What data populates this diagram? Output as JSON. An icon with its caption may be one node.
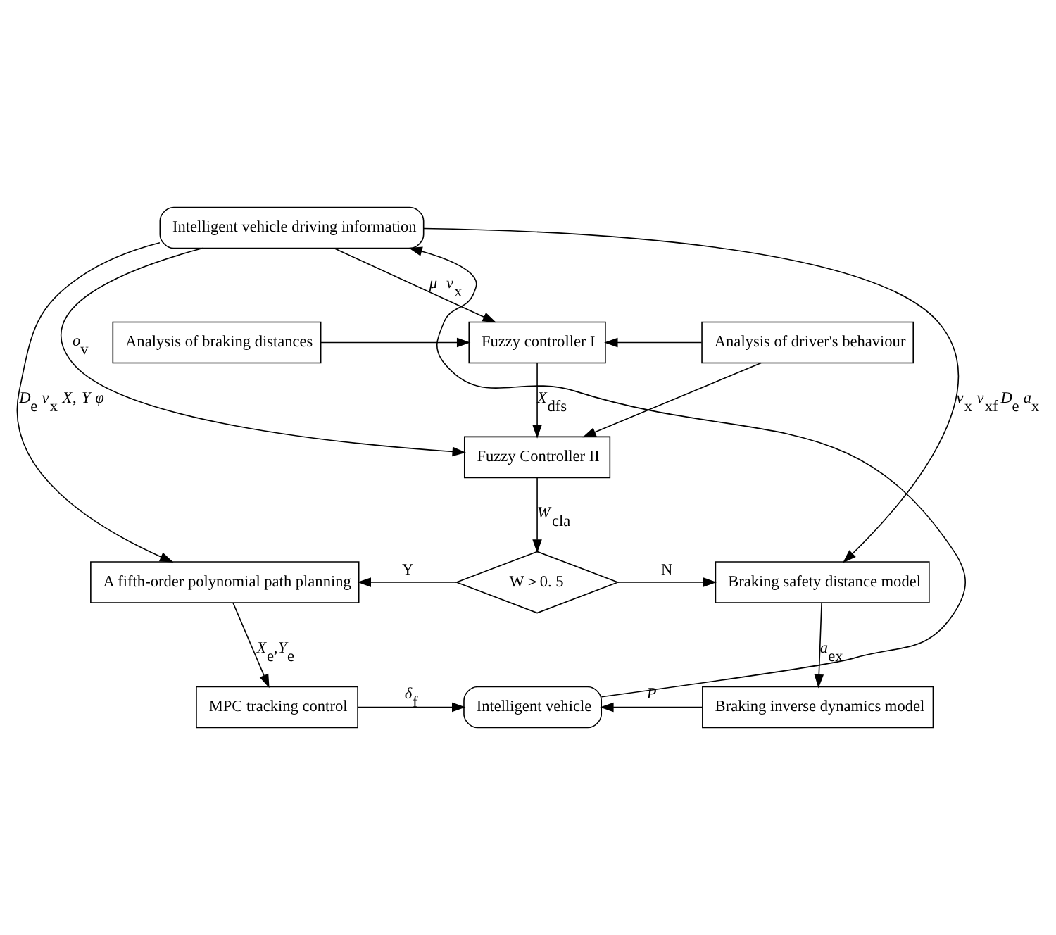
{
  "diagram": {
    "nodes": [
      {
        "text": [
          "Intelligent vehicle driving information"
        ]
      },
      {
        "text": [
          "Analysis of braking distances"
        ]
      },
      {
        "text": [
          "Fuzzy controller I"
        ]
      },
      {
        "text": [
          "Analysis of driver's behaviour"
        ]
      },
      {
        "text": [
          "Fuzzy Controller II"
        ]
      },
      {
        "text": [
          "W＞0. 5"
        ]
      },
      {
        "text": [
          "A fifth-order polynomial path planning"
        ]
      },
      {
        "text": [
          "Braking safety distance model"
        ]
      },
      {
        "text": [
          "MPC tracking control"
        ]
      },
      {
        "text": [
          "Intelligent vehicle"
        ]
      },
      {
        "text": [
          "Braking inverse dynamics model"
        ]
      }
    ],
    "edges": [
      {
        "from": 0,
        "to": 2,
        "arrow": "to",
        "label": "*μ*  *v*$_{x}$"
      },
      {
        "from": 0,
        "to": 6,
        "arrow": "to",
        "label": "*D*$_{e}$ *v*$_{x}$ *X*, *Y* *φ*"
      },
      {
        "from": 0,
        "to": 4,
        "arrow": "to",
        "label": "*o*$_{v}$"
      },
      {
        "from": 0,
        "to": 7,
        "arrow": "to",
        "label": "*v*$_{x}$ *v*$_{xf}$ *D*$_{e}$ *a*$_{x}$"
      },
      {
        "from": 1,
        "to": 2,
        "arrow": "to"
      },
      {
        "from": 3,
        "to": 2,
        "arrow": "to"
      },
      {
        "from": 3,
        "to": 4,
        "arrow": "to"
      },
      {
        "from": 2,
        "to": 4,
        "arrow": "to",
        "label": "*X*$_{dfs}$"
      },
      {
        "from": 4,
        "to": 5,
        "arrow": "to",
        "label": "*W*$_{cla}$"
      },
      {
        "from": 5,
        "to": 6,
        "arrow": "to",
        "label": "Y"
      },
      {
        "from": 5,
        "to": 7,
        "arrow": "to",
        "label": "N"
      },
      {
        "from": 6,
        "to": 8,
        "arrow": "to",
        "label": "*X*$_{e}$,*Y*$_{e}$"
      },
      {
        "from": 7,
        "to": 10,
        "arrow": "to",
        "label": "*a*$_{ex}$"
      },
      {
        "from": 8,
        "to": 9,
        "arrow": "to",
        "label": "*δ*$_{f}$"
      },
      {
        "from": 10,
        "to": 9,
        "arrow": "to",
        "label": "*P*"
      },
      {
        "from": 9,
        "to": 0,
        "arrow": "to"
      }
    ]
  }
}
